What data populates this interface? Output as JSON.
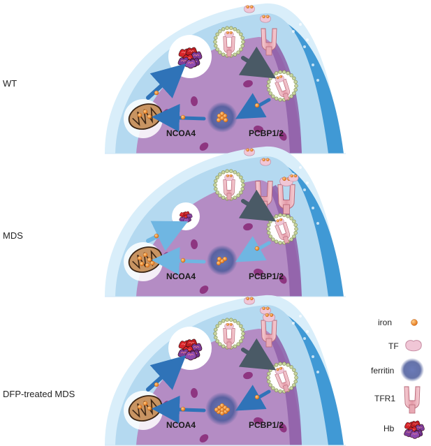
{
  "panels": [
    {
      "label": "WT",
      "pathway_a": "NCOA4",
      "pathway_b": "PCBP1/2"
    },
    {
      "label": "MDS",
      "pathway_a": "NCOA4",
      "pathway_b": "PCBP1/2"
    },
    {
      "label": "DFP-treated MDS",
      "pathway_a": "NCOA4",
      "pathway_b": "PCBP1/2"
    }
  ],
  "legend": [
    {
      "label": "iron",
      "icon": "iron-icon"
    },
    {
      "label": "TF",
      "icon": "transferrin-icon"
    },
    {
      "label": "ferritin",
      "icon": "ferritin-icon"
    },
    {
      "label": "TFR1",
      "icon": "tfr1-icon"
    },
    {
      "label": "Hb",
      "icon": "hemoglobin-icon"
    }
  ],
  "colors": {
    "membrane_outer": "#bfe0f5",
    "membrane_inner": "#5aa9dc",
    "cytoplasm": "#b4d9f0",
    "nucleus": "#b48cc4",
    "nucleus_dark": "#8e5ea8",
    "arrow_blue": "#2f73b8",
    "arrow_dark": "#4a5a66",
    "iron": "#f08a2a",
    "tf": "#f0c6d6",
    "tfr1": "#e8a9b4",
    "ferritin": "#4a5a9a",
    "mito": "#c89462",
    "hb_red": "#d8252a",
    "hb_purple": "#7d3d9a"
  }
}
